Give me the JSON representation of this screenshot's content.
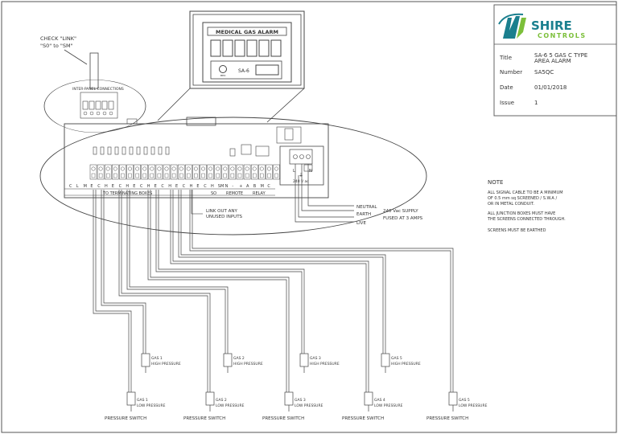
{
  "panel": {
    "title": "MEDICAL GAS ALARM",
    "model": "SA-6",
    "logo_small": "MED"
  },
  "callout": {
    "check_line1": "CHECK \"LINK\"",
    "check_line2": "\"S0\" to \"SM\"",
    "inset_title": "INTER-PANEL CONNECTIONS"
  },
  "board": {
    "terminal_labels": [
      "C",
      "L",
      "M",
      "E",
      "C",
      "H",
      "E",
      "C",
      "H",
      "E",
      "C",
      "H",
      "E",
      "C",
      "H",
      "E",
      "C",
      "H",
      "E",
      "C",
      "H",
      "SM",
      "N",
      "-",
      "+",
      "A",
      "B",
      "M",
      "C"
    ],
    "group_labels": {
      "to_boxes": "TO TERMINATING BOXES",
      "so": "SO",
      "remote": "REMOTE",
      "relay": "RELAY"
    },
    "psu": {
      "l": "L",
      "n": "N",
      "earth": "⏚",
      "supply": "240 V ac"
    }
  },
  "link_note": [
    "LINK OUT ANY",
    "UNUSED INPUTS"
  ],
  "mains": {
    "neutral": "NEUTRAL",
    "earth": "EARTH",
    "live": "LIVE",
    "supply_line1": "240 Vac SUPPLY",
    "supply_line2": "FUSED AT 3 AMPS"
  },
  "notes": {
    "heading": "NOTE",
    "p1": [
      "ALL SIGNAL CABLE TO BE A MINIMUM",
      "OF 0.5 mm sq SCREENED / S.W.A /",
      "OR IN METAL CONDUIT."
    ],
    "p2": [
      "ALL JUNCTION BOXES MUST HAVE",
      "THE SCREENS CONNECTED THROUGH."
    ],
    "p3": [
      "SCREENS MUST BE EARTHED"
    ]
  },
  "high_switches": [
    {
      "name": "GAS 1",
      "desc": "HIGH PRESSURE"
    },
    {
      "name": "GAS 2",
      "desc": "HIGH PRESSURE"
    },
    {
      "name": "GAS 3",
      "desc": "HIGH PRESSURE"
    },
    {
      "name": "GAS 5",
      "desc": "HIGH PRESSURE"
    }
  ],
  "low_switches": [
    {
      "name": "GAS 1",
      "desc": "LOW PRESSURE",
      "caption": "PRESSURE SWITCH"
    },
    {
      "name": "GAS 2",
      "desc": "LOW PRESSURE",
      "caption": "PRESSURE SWITCH"
    },
    {
      "name": "GAS 3",
      "desc": "LOW PRESSURE",
      "caption": "PRESSURE SWITCH"
    },
    {
      "name": "GAS 4",
      "desc": "LOW PRESSURE",
      "caption": "PRESSURE SWITCH"
    },
    {
      "name": "GAS 5",
      "desc": "LOW PRESSURE",
      "caption": "PRESSURE SWITCH"
    }
  ],
  "title_block": {
    "brand_line1": "SHIRE",
    "brand_line2": "CONTROLS",
    "title_label": "Title",
    "title_value": [
      "SA-6 5 GAS C TYPE",
      "AREA ALARM"
    ],
    "number_label": "Number",
    "number_value": "SA5QC",
    "date_label": "Date",
    "date_value": "01/01/2018",
    "issue_label": "Issue",
    "issue_value": "1"
  },
  "colors": {
    "line": "#444444",
    "brand_teal": "#1a7f8e",
    "brand_green": "#7cbf3a"
  }
}
